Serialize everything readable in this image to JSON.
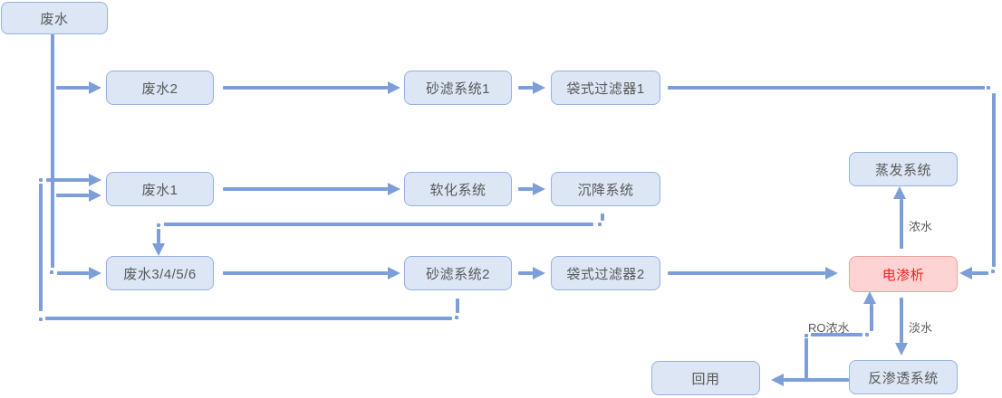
{
  "diagram": {
    "nodes": [
      {
        "id": "wastewater",
        "label": "废水"
      },
      {
        "id": "wastewater-2",
        "label": "废水2"
      },
      {
        "id": "sand-filter-system-1",
        "label": "砂滤系统1"
      },
      {
        "id": "bag-filter-1",
        "label": "袋式过滤器1"
      },
      {
        "id": "wastewater-1",
        "label": "废水1"
      },
      {
        "id": "softening-system",
        "label": "软化系统"
      },
      {
        "id": "sedimentation-system",
        "label": "沉降系统"
      },
      {
        "id": "wastewater-3-4-5-6",
        "label": "废水3/4/5/6"
      },
      {
        "id": "sand-filter-system-2",
        "label": "砂滤系统2"
      },
      {
        "id": "bag-filter-2",
        "label": "袋式过滤器2"
      },
      {
        "id": "evaporation-system",
        "label": "蒸发系统"
      },
      {
        "id": "electrodialysis",
        "label": "电渗析",
        "highlight": true
      },
      {
        "id": "reverse-osmosis-system",
        "label": "反渗透系统"
      },
      {
        "id": "reuse",
        "label": "回用"
      }
    ],
    "edge_labels": [
      {
        "id": "concentrated-water",
        "text": "浓水"
      },
      {
        "id": "fresh-water",
        "text": "淡水"
      },
      {
        "id": "ro-concentrated-water",
        "text": "RO浓水"
      }
    ],
    "colors": {
      "line": "#7d9fd9",
      "node_fill": "#dce6f5",
      "node_border": "#95b1de",
      "node_text": "#595959",
      "highlight_fill": "#fdd3d3",
      "highlight_border": "#f2a0a0",
      "highlight_text": "#fb1e1e",
      "label_text": "#595959",
      "background": "#ffffff"
    }
  }
}
